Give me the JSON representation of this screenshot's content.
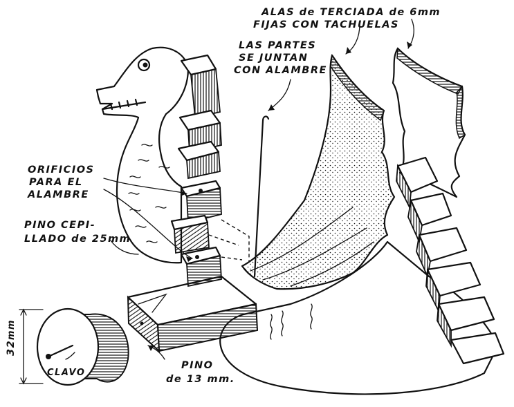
{
  "labels": {
    "wings_line1": "ALAS de TERCIADA de 6mm",
    "wings_line2": "FIJAS CON TACHUELAS",
    "parts_line1": "LAS PARTES",
    "parts_line2": "SE JUNTAN",
    "parts_line3": "CON ALAMBRE",
    "holes_line1": "ORIFICIOS",
    "holes_line2": "PARA EL",
    "holes_line3": "ALAMBRE",
    "pine_line1": "PINO CEPI-",
    "pine_line2": "LLADO de 25mm",
    "pino13_line1": "PINO",
    "pino13_line2": "de 13 mm.",
    "clavo": "CLAVO",
    "dim_32": "32",
    "dim_mm": "mm"
  },
  "colors": {
    "ink": "#111111",
    "paper": "#ffffff"
  }
}
